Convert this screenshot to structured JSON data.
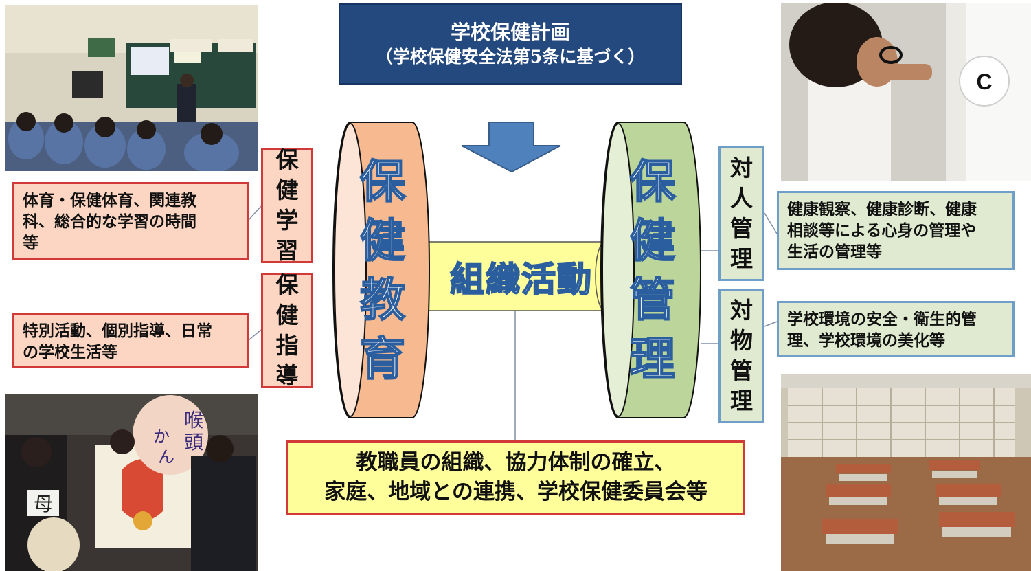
{
  "title": {
    "line1": "学校保健計画",
    "line2": "（学校保健安全法第5条に基づく）"
  },
  "pillars": {
    "left": {
      "chars": [
        "保",
        "健",
        "教",
        "育"
      ],
      "color": "#f7b98f"
    },
    "right": {
      "chars": [
        "保",
        "健",
        "管",
        "理"
      ],
      "color": "#bcd59b"
    },
    "center": {
      "label": "組織活動",
      "color": "#fefe9a"
    }
  },
  "left_labels": {
    "hoken_gakushu": {
      "chars": [
        "保",
        "健",
        "学",
        "習"
      ]
    },
    "hoken_shido": {
      "chars": [
        "保",
        "健",
        "指",
        "導"
      ]
    }
  },
  "right_labels": {
    "taijin": {
      "chars": [
        "対",
        "人",
        "管",
        "理"
      ]
    },
    "taibutsu": {
      "chars": [
        "対",
        "物",
        "管",
        "理"
      ]
    }
  },
  "descriptions": {
    "gakushu": [
      "体育・保健体育、関連教",
      "科、総合的な学習の時間",
      "等"
    ],
    "shido": [
      "特別活動、個別指導、日常",
      "の学校生活等"
    ],
    "taijin": [
      "健康観察、健康診断、健康",
      "相談等による心身の管理や",
      "生活の管理等"
    ],
    "taibutsu": [
      "学校環境の安全・衛生的管",
      "理、学校環境の美化等"
    ]
  },
  "bottom": {
    "line1": "教職員の組織、協力体制の確立、",
    "line2": "家庭、地域との連携、学校保健委員会等"
  },
  "photo_sign": {
    "chart_letter": "C",
    "board_char": "母",
    "paddle_text": [
      "喉",
      "頭",
      "か",
      "ん"
    ]
  },
  "colors": {
    "title_bg": "#24497e",
    "red_border": "#d23a3a",
    "blue_border": "#6f9fc7",
    "arrow": "#4f81bd"
  }
}
